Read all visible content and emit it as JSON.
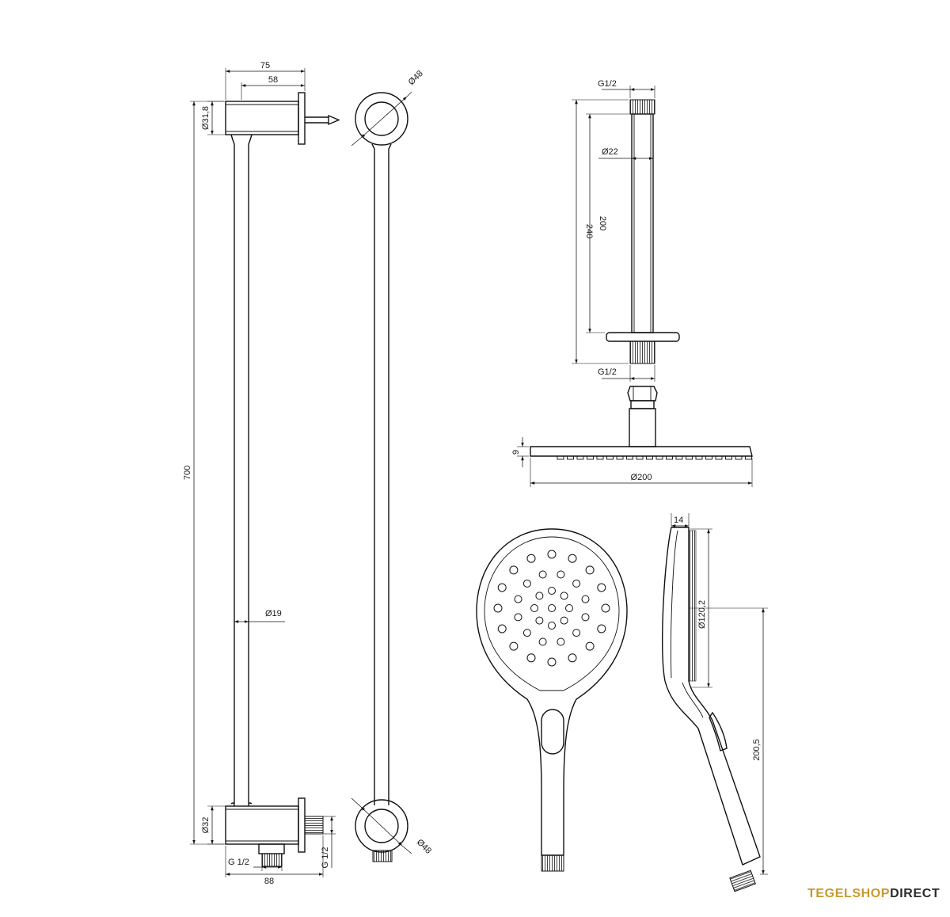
{
  "dimensions": {
    "bar_total_width": "75",
    "bar_arm_width": "58",
    "bracket_top_dia": "Ø31,8",
    "total_height": "700",
    "rail_dia": "Ø19",
    "bracket_bottom_dia": "Ø32",
    "inlet_thread": "G 1/2",
    "side_thread": "G 1/2",
    "bottom_width": "88",
    "slider_top_dia": "Ø48",
    "slider_bottom_dia": "Ø48",
    "arm_thread_top": "G1/2",
    "arm_thread_bottom": "G1/2",
    "arm_dia": "Ø22",
    "arm_length": "200",
    "arm_total_length": "240",
    "head_thickness": "9",
    "head_dia": "Ø200",
    "hand_thickness": "14",
    "hand_head_dia": "Ø120,2",
    "hand_length": "200,5"
  },
  "brand": {
    "part1": "TEGELSHOP",
    "part2": "DIRECT"
  }
}
